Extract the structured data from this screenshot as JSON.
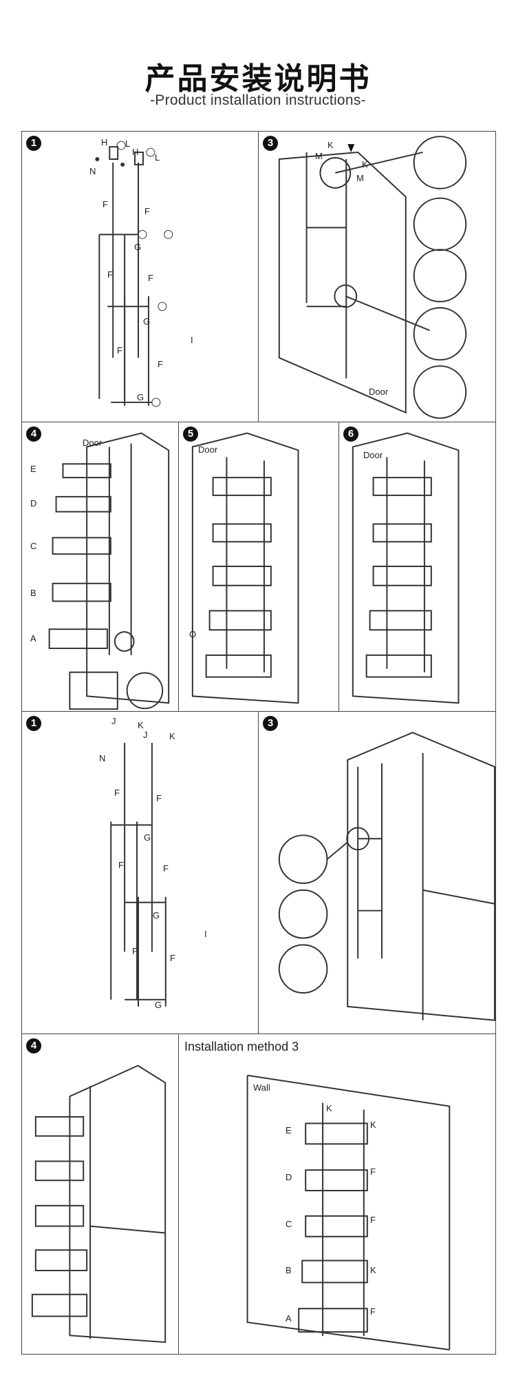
{
  "header": {
    "title": "产品安装说明书",
    "subtitle": "-Product installation instructions-"
  },
  "steps": {
    "s1": "1",
    "s3": "3",
    "s4": "4",
    "s5": "5",
    "s6": "6",
    "s7": "1",
    "s8": "3",
    "s9": "4"
  },
  "labels": {
    "door": "Door",
    "wall": "Wall",
    "method3": "Installation method 3",
    "parts": {
      "A": "A",
      "B": "B",
      "C": "C",
      "D": "D",
      "E": "E",
      "F": "F",
      "G": "G",
      "H": "H",
      "I": "I",
      "J": "J",
      "K": "K",
      "L": "L",
      "M": "M",
      "N": "N",
      "O": "O"
    }
  },
  "colors": {
    "line": "#333333",
    "frame": "#444444",
    "badge": "#111111",
    "basket": "#555555"
  }
}
